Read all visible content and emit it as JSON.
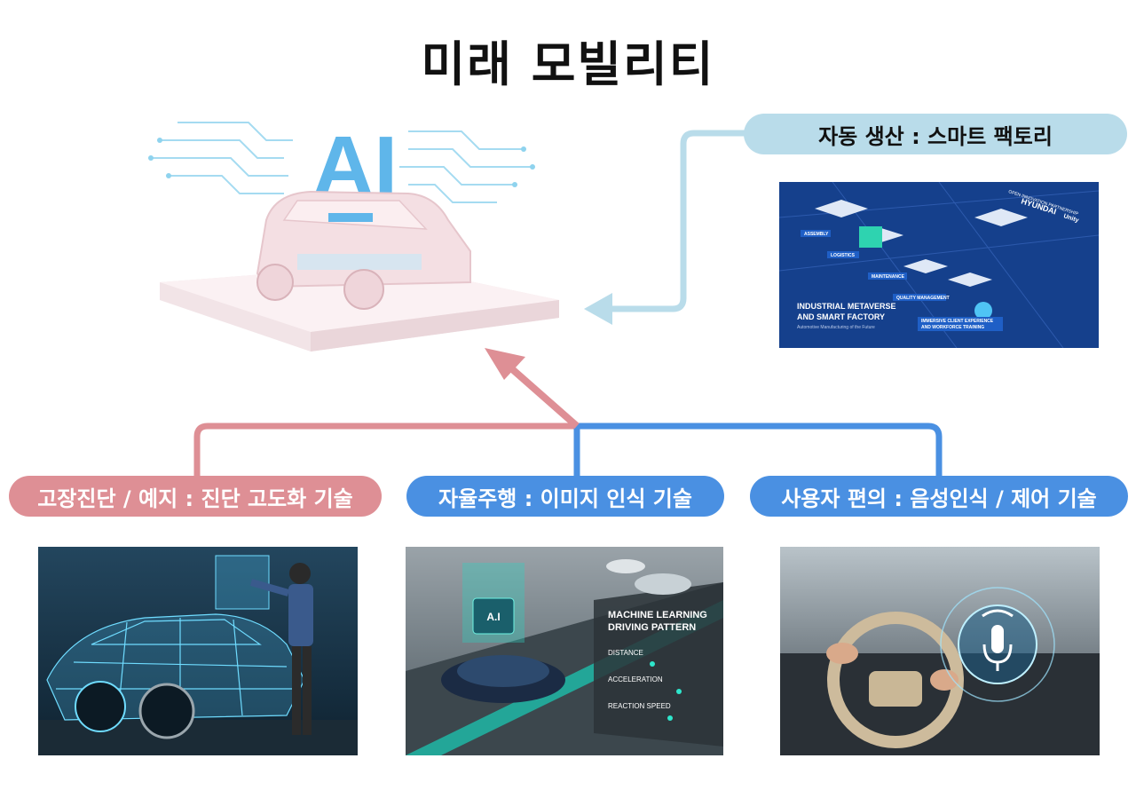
{
  "title": "미래 모빌리티",
  "center_image": {
    "ai_text": "AI",
    "icon": "ai-car-platform-illustration"
  },
  "factory": {
    "label": "자동 생산 : 스마트 팩토리",
    "image": {
      "partner_text": "OPEN INNOVATION PARTNERSHIP",
      "brand_1": "HYUNDAI",
      "brand_2": "Unity",
      "heading_1": "INDUSTRIAL METAVERSE",
      "heading_2": "AND SMART FACTORY",
      "subheading": "Automotive Manufacturing of the Future",
      "tags": [
        "ASSEMBLY",
        "LOGISTICS",
        "MAINTENANCE",
        "QUALITY MANAGEMENT",
        "IMMERSIVE CLIENT EXPERIENCE",
        "AND WORKFORCE TRAINING"
      ]
    }
  },
  "diagnosis": {
    "label": "고장진단 / 예지 : 진단 고도화 기술",
    "icon": "wireframe-car-engineer-photo"
  },
  "autonomous": {
    "label": "자율주행 : 이미지 인식 기술",
    "image": {
      "ai_chip": "A.I",
      "heading_1": "MACHINE LEARNING",
      "heading_2": "DRIVING PATTERN",
      "metrics": [
        "DISTANCE",
        "ACCELERATION",
        "REACTION SPEED"
      ]
    }
  },
  "voice": {
    "label": "사용자 편의 : 음성인식 / 제어 기술",
    "icon": "voice-assistant-dashboard-photo"
  },
  "colors": {
    "red": "#de8f95",
    "blue": "#4a90e2",
    "light_blue": "#b9dcea"
  }
}
